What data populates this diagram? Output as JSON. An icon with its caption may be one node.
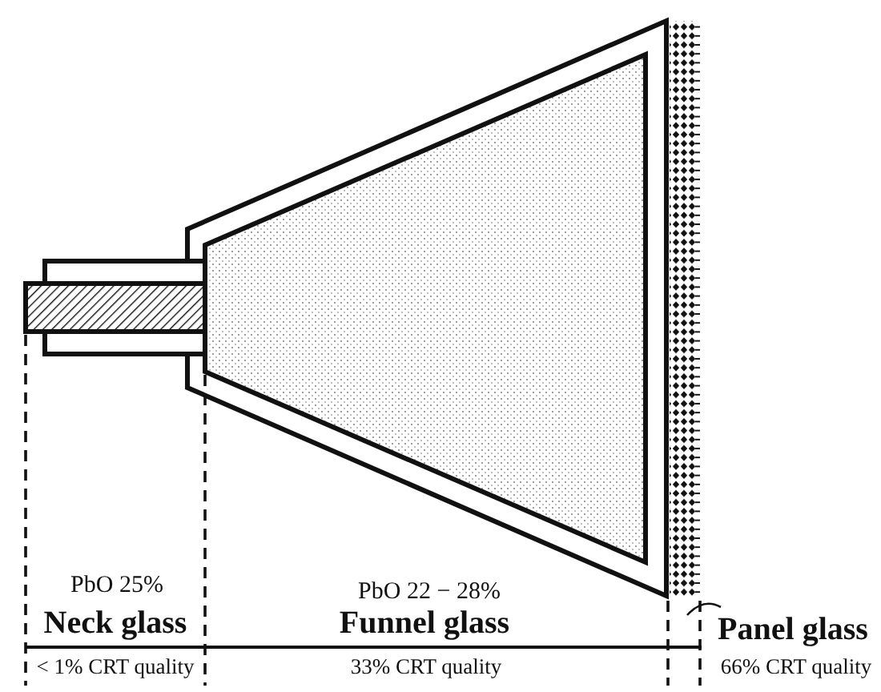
{
  "diagram": {
    "labels": [
      "PbO 25%",
      "PbO 22 − 28%",
      "Neck glass",
      "Funnel glass",
      "Panel glass",
      "< 1% CRT quality",
      "33% CRT quality",
      "66% CRT quality"
    ]
  }
}
